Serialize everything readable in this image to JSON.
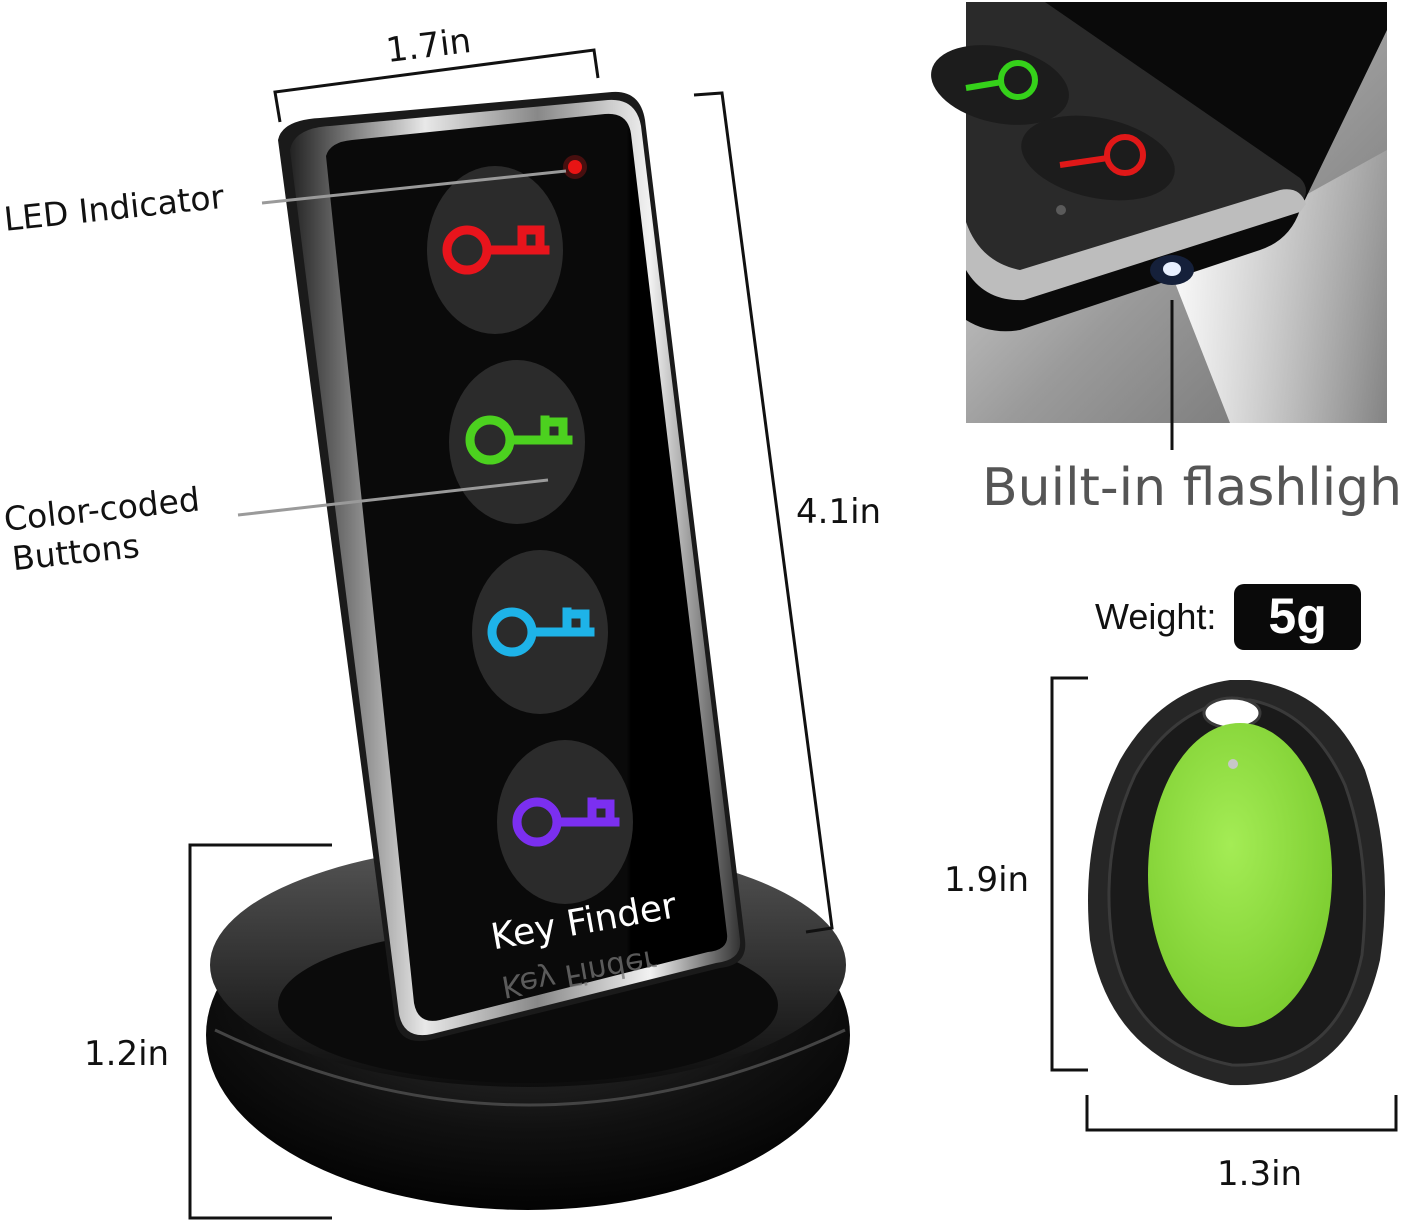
{
  "labels": {
    "width_main": "1.7in",
    "height_main": "4.1in",
    "height_base": "1.2in",
    "led": "LED Indicator",
    "buttons_line1": "Color-coded",
    "buttons_line2": "Buttons",
    "flashlight": "Built-in flashlight",
    "weight_label": "Weight:",
    "weight_value": "5g",
    "tag_height": "1.9in",
    "tag_width": "1.3in",
    "brand": "Key Finder"
  },
  "colors": {
    "key_red": "#e8141c",
    "key_green": "#4cd11f",
    "key_blue": "#1eb3e8",
    "key_purple": "#7b2ff0",
    "tag_green": "#8ee03a"
  },
  "icons": [
    "key-icon",
    "key-icon",
    "key-icon",
    "key-icon"
  ]
}
